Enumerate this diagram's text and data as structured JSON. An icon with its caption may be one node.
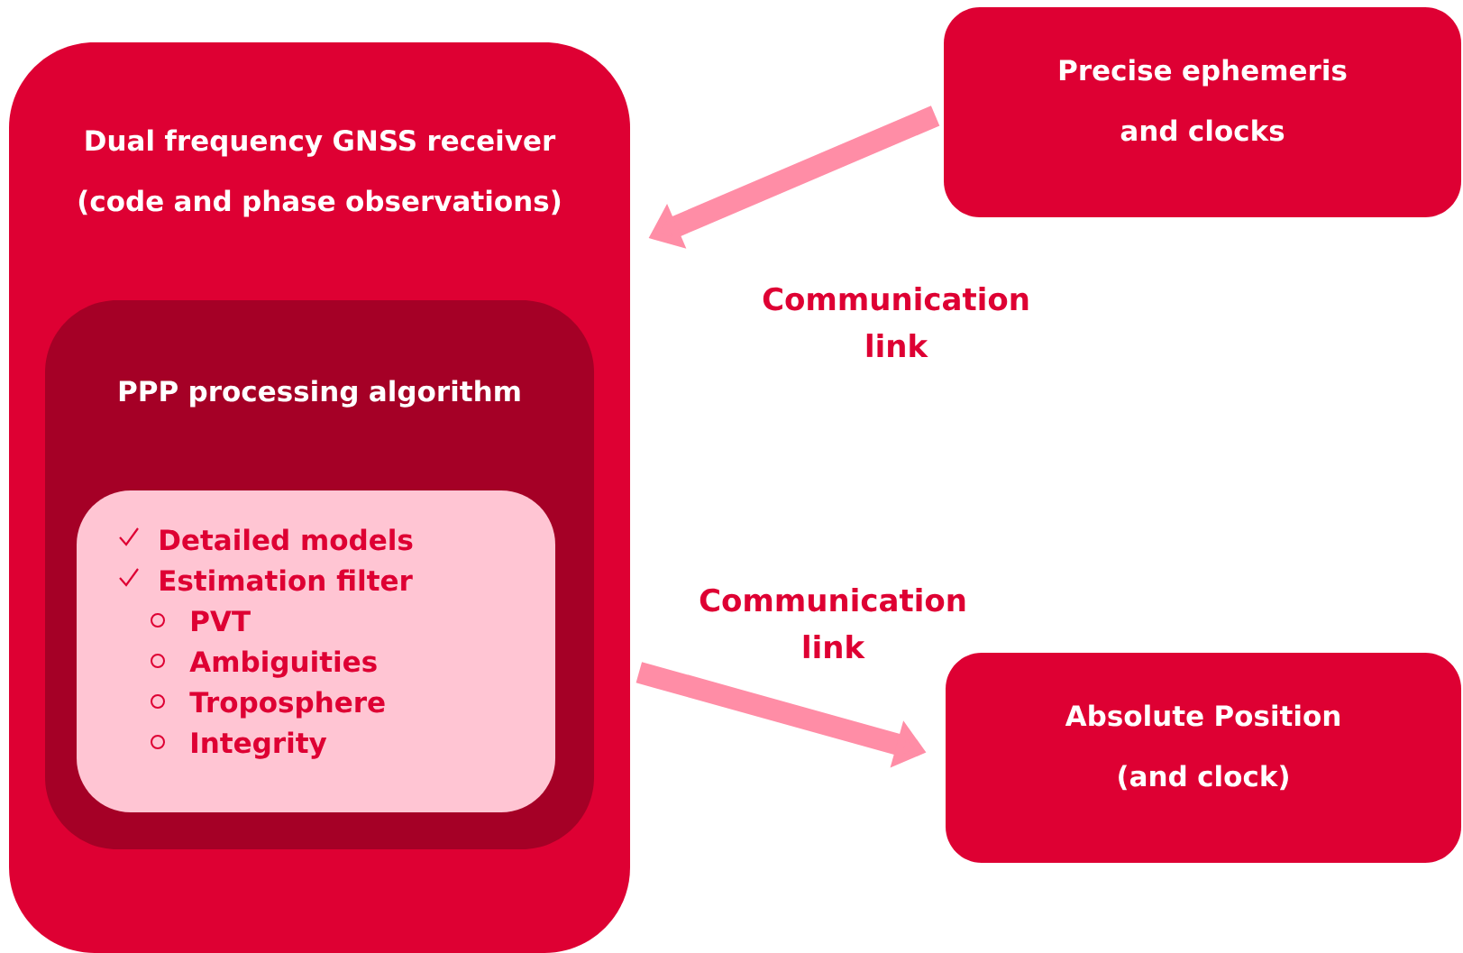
{
  "diagram": {
    "nodes": [
      {
        "text": [
          "Dual frequency GNSS receiver (code and phase observations)"
        ]
      },
      {
        "text": [
          "PPP processing algorithm"
        ],
        "in": 0
      },
      {
        "text": [
          "Detailed models",
          "Estimation filter",
          "PVT",
          "Ambiguities",
          "Troposphere",
          "Integrity"
        ],
        "in": 1
      },
      {
        "text": [
          "Precise ephemeris and clocks"
        ]
      },
      {
        "text": [
          "Absolute Position (and clock)"
        ]
      }
    ],
    "edges": [
      {
        "from": 3,
        "to": 0,
        "arrow": "to",
        "label": "Communication link"
      },
      {
        "from": 0,
        "to": 4,
        "arrow": "to",
        "label": "Communication link"
      }
    ]
  }
}
